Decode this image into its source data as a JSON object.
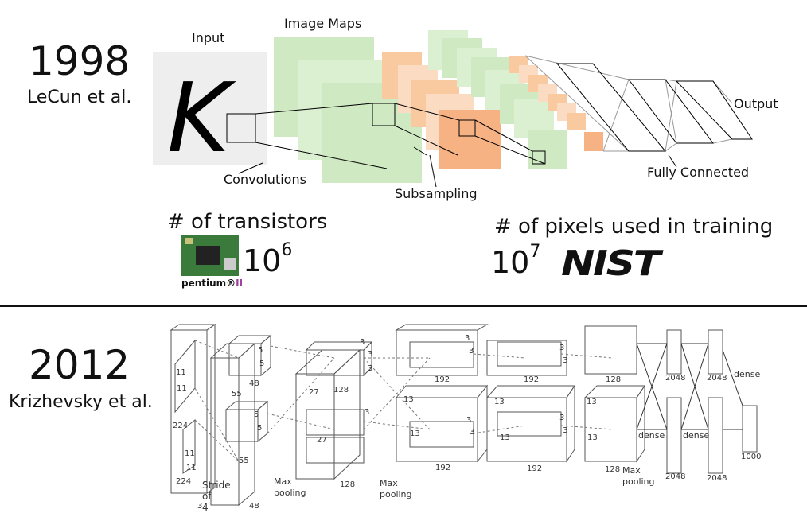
{
  "top": {
    "year": "1998",
    "author": "LeCun et al.",
    "labels": {
      "input": "Input",
      "image_maps": "Image Maps",
      "output": "Output",
      "convolutions": "Convolutions",
      "subsampling": "Subsampling",
      "fully_connected": "Fully Connected"
    },
    "input_glyph": "K",
    "transistors": {
      "title": "# of transistors",
      "base": "10",
      "exp": "6",
      "chip_logo": "pentium®",
      "chip_suffix": "II"
    },
    "pixels": {
      "title": "# of pixels used in training",
      "base": "10",
      "exp": "7",
      "logo": "NIST"
    }
  },
  "bottom": {
    "year": "2012",
    "author": "Krizhevsky et al.",
    "net_labels": {
      "n224a": "224",
      "n224b": "224",
      "n11a": "11",
      "n11b": "11",
      "n11c": "11",
      "n11d": "11",
      "stride": "Stride",
      "of4": "of 4",
      "n3": "3",
      "n55a": "55",
      "n55b": "55",
      "n5a": "5",
      "n5b": "5",
      "n5c": "5",
      "n5d": "5",
      "n48a": "48",
      "n48b": "48",
      "n27a": "27",
      "n27b": "27",
      "n3a": "3",
      "n3b": "3",
      "n3c": "3",
      "n3d": "3",
      "n128a": "128",
      "n128b": "128",
      "max1": "Max",
      "pool1": "pooling",
      "max2": "Max",
      "pool2": "pooling",
      "max3": "Max",
      "pool3": "pooling",
      "n13a": "13",
      "n13b": "13",
      "n13c": "13",
      "n13d": "13",
      "n13e": "13",
      "n13f": "13",
      "n192a": "192",
      "n192b": "192",
      "n192c": "192",
      "n192d": "192",
      "n128c": "128",
      "n128d": "128",
      "n3e": "3",
      "n3f": "3",
      "n3g": "3",
      "n3h": "3",
      "n3i": "3",
      "n3j": "3",
      "n3k": "3",
      "n3l": "3",
      "dense1": "dense",
      "dense2": "dense",
      "dense3": "dense",
      "n2048a": "2048",
      "n2048b": "2048",
      "n2048c": "2048",
      "n2048d": "2048",
      "n1000": "1000"
    }
  }
}
